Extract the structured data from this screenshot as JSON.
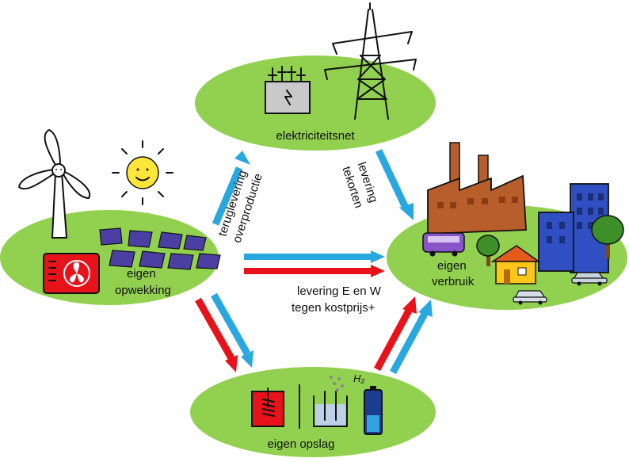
{
  "nodes": {
    "grid": {
      "label": "elektriciteitsnet"
    },
    "generation": {
      "label_line1": "eigen",
      "label_line2": "opwekking"
    },
    "consumption": {
      "label_line1": "eigen",
      "label_line2": "verbruik"
    },
    "storage": {
      "label": "eigen opslag"
    }
  },
  "edges": {
    "gen_to_grid": {
      "line1": "teruglevering",
      "line2": "overproductie"
    },
    "grid_to_cons": {
      "line1": "levering",
      "line2": "tekorten"
    },
    "gen_to_cons": {
      "line1": "levering E en W",
      "line2": "tegen kostprijs+"
    }
  },
  "storage_symbol": "H₂",
  "colors": {
    "node_green": "#92d050",
    "electric_blue": "#29a8e0",
    "heat_red": "#e8121b"
  },
  "icons": [
    "wind-turbine-icon",
    "sun-icon",
    "solar-panel-icon",
    "heat-pump-icon",
    "transformer-icon",
    "power-pylon-icon",
    "factory-icon",
    "office-building-icon",
    "house-icon",
    "tree-icon",
    "bus-icon",
    "car-icon",
    "heat-storage-icon",
    "hydrogen-tank-icon",
    "battery-icon"
  ]
}
